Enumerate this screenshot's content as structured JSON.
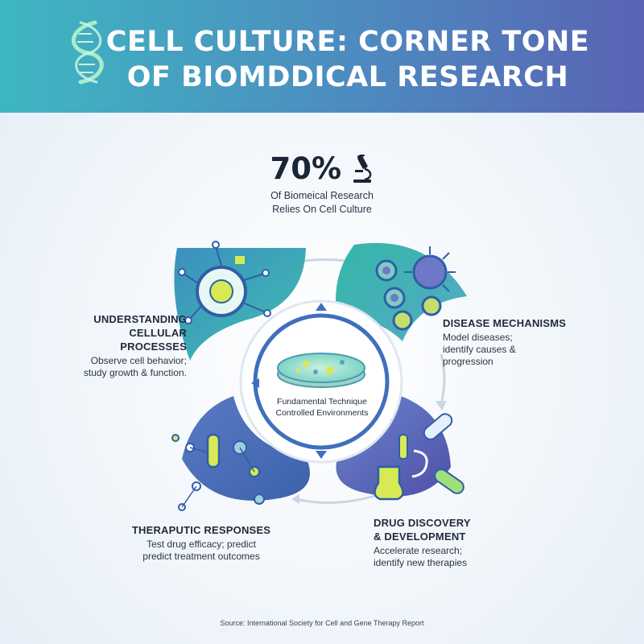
{
  "header": {
    "title_line1": "CELL CULTURE: CORNER TONE",
    "title_line2": "OF BIOMDDICAL RESEARCH",
    "logo_icon": "dna-helix-icon",
    "gradient": [
      "#3eb7c1",
      "#4d8bc0",
      "#5a63b4"
    ]
  },
  "stat": {
    "value": "70%",
    "icon": "microscope-icon",
    "label_line1": "Of Biomeical Research",
    "label_line2": "Relies On Cell Culture"
  },
  "center": {
    "icon": "petri-dish-icon",
    "line1": "Fundamental Technique",
    "line2": "Controlled Environments"
  },
  "quadrants": {
    "understanding": {
      "title_line1": "UNDERSTANDING",
      "title_line2": "CELLULAR PROCESSES",
      "desc_line1": "Observe cell behavior;",
      "desc_line2": "study growth & function.",
      "icon": "cell-network-icon",
      "color": "#2fa9b0"
    },
    "disease": {
      "title": "DISEASE MECHANISMS",
      "desc_line1": "Model diseases;",
      "desc_line2": "identify causes &",
      "desc_line3": "progression",
      "icon": "virus-icon",
      "color": "#3fb2a6"
    },
    "drug": {
      "title_line1": "DRUG DISCOVERY",
      "title_line2": "& DEVELOPMENT",
      "desc_line1": "Accelerate research;",
      "desc_line2": "identify new therapies",
      "icon": "pill-capsule-icon",
      "color": "#5862b4"
    },
    "therapeutic": {
      "title": "THERAPUTIC RESPONSES",
      "desc_line1": "Test drug efficacy; predict",
      "desc_line2": "predict treatment outcomes",
      "icon": "test-tube-icon",
      "color": "#4a72b8"
    }
  },
  "source": "Source: International Society for Cell and Gene Therapy Report"
}
